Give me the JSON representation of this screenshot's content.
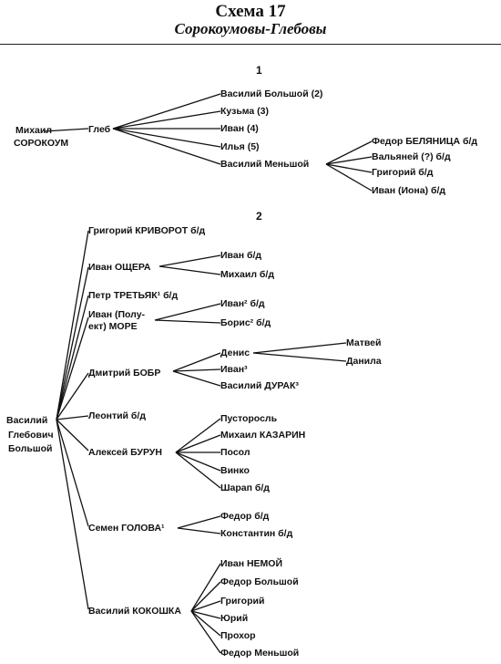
{
  "header": {
    "title": "Схема 17",
    "subtitle": "Сорокоумовы-Глебовы"
  },
  "sections": [
    "1",
    "2"
  ],
  "nodes": {
    "n1": "Михаил",
    "n1b": "СОРОКОУМ",
    "gleb": "Глеб",
    "g1": "Василий Большой (2)",
    "g2": "Кузьма (3)",
    "g3": "Иван (4)",
    "g4": "Илья (5)",
    "g5": "Василий Меньшой",
    "vm1": "Федор БЕЛЯНИЦА б/д",
    "vm2": "Вальяней (?) б/д",
    "vm3": "Григорий б/д",
    "vm4": "Иван (Иона) б/д",
    "vb": "Василий",
    "vb2": "Глебович",
    "vb3": "Большой",
    "c1": "Григорий КРИВОРОТ б/д",
    "c2": "Иван ОЩЕРА",
    "c2a": "Иван б/д",
    "c2b": "Михаил б/д",
    "c3": "Петр ТРЕТЬЯК¹ б/д",
    "c4": "Иван (Полу-",
    "c4b": "ект) МОРЕ",
    "c4a": "Иван² б/д",
    "c4c": "Борис² б/д",
    "c5": "Дмитрий БОБР",
    "c5a": "Денис",
    "c5b": "Иван³",
    "c5c": "Василий ДУРАК³",
    "c5a1": "Матвей",
    "c5a2": "Данила",
    "c6": "Леонтий б/д",
    "c7": "Алексей БУРУН",
    "c7a": "Пусторосль",
    "c7b": "Михаил КАЗАРИН",
    "c7c": "Посол",
    "c7d": "Винко",
    "c7e": "Шарап б/д",
    "c8": "Семен ГОЛОВА¹",
    "c8a": "Федор б/д",
    "c8b": "Константин б/д",
    "c9": "Василий КОКОШКА",
    "c9a": "Иван НЕМОЙ",
    "c9b": "Федор Большой",
    "c9c": "Григорий",
    "c9d": "Юрий",
    "c9e": "Прохор",
    "c9f": "Федор Меньшой"
  }
}
